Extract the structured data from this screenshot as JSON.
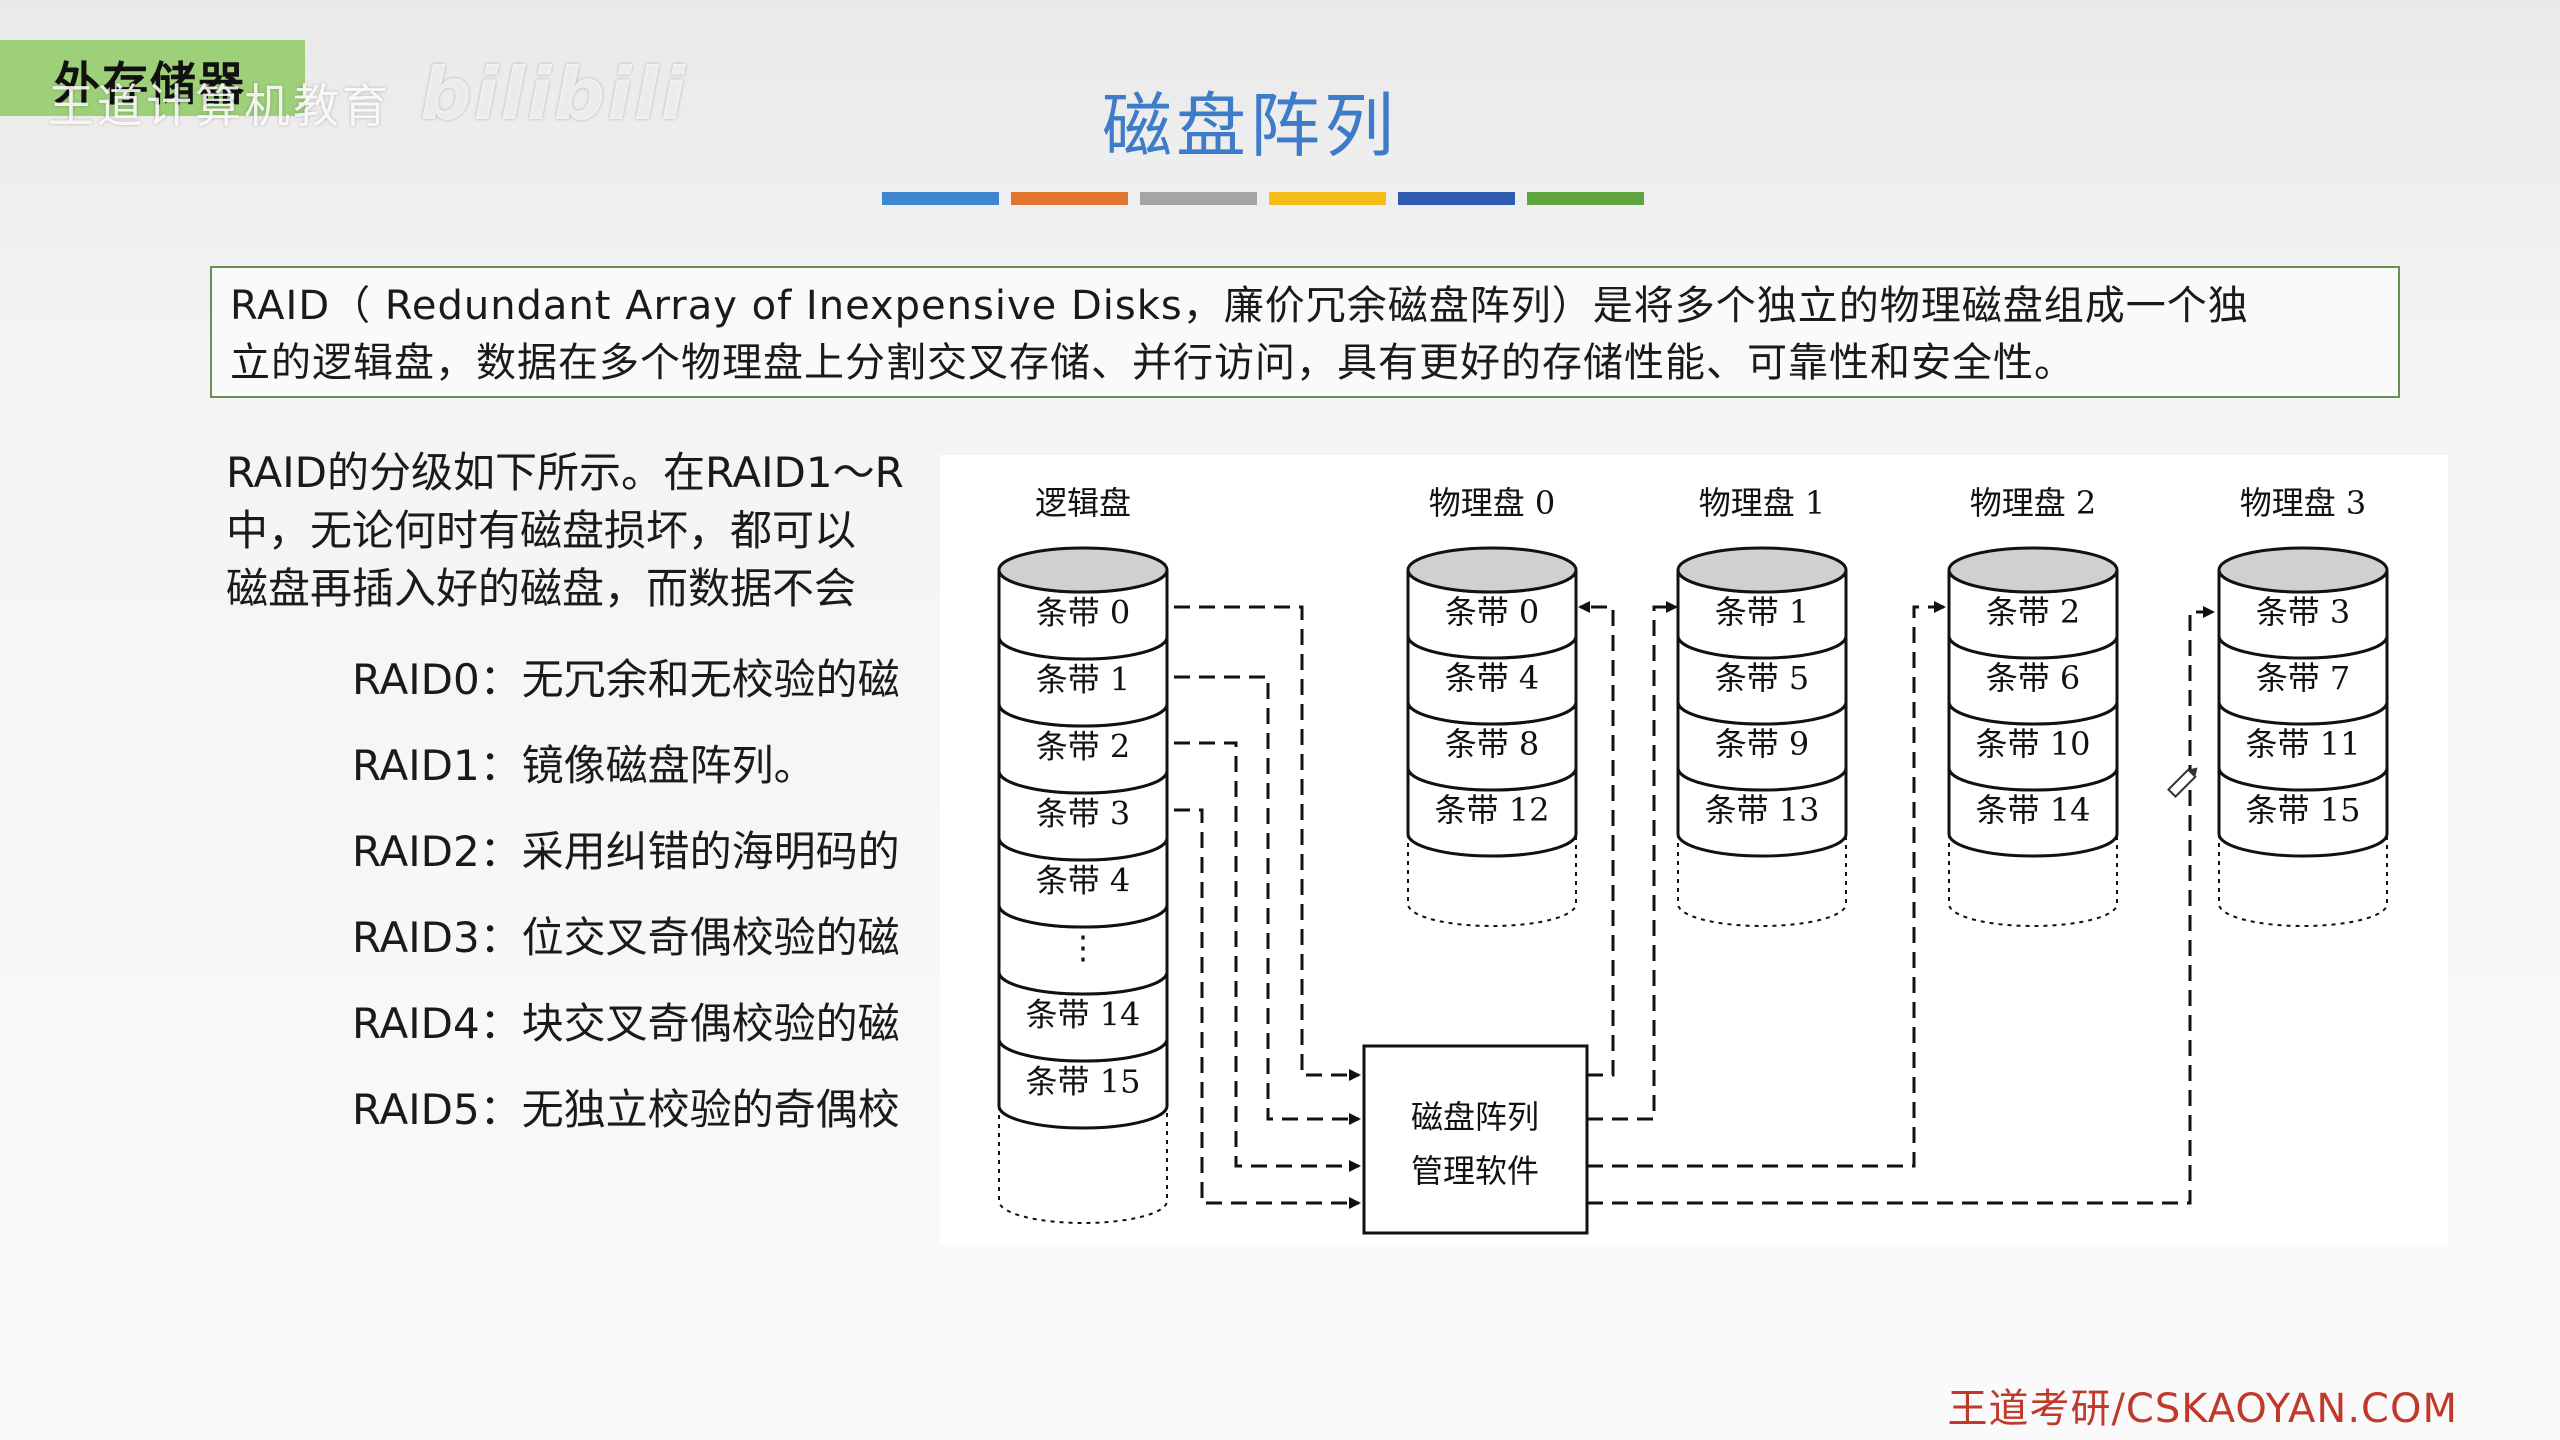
{
  "header": {
    "section_label": "外存储器",
    "watermark": "王道计算机教育",
    "watermark_logo": "bilibili"
  },
  "title": "磁盘阵列",
  "color_bar": [
    "#3e87d0",
    "#e0762f",
    "#a5a5a5",
    "#f3be1b",
    "#2e5ab0",
    "#5ea43f"
  ],
  "definition": [
    "RAID（ Redundant Array of Inexpensive Disks，廉价冗余磁盘阵列）是将多个独立的物理磁盘组成一个独",
    "立的逻辑盘，数据在多个物理盘上分割交叉存储、并行访问，具有更好的存储性能、可靠性和安全性。"
  ],
  "levels_intro": [
    "RAID的分级如下所示。在RAID1～R",
    "中，无论何时有磁盘损坏，都可以",
    "磁盘再插入好的磁盘，而数据不会"
  ],
  "levels": [
    "RAID0：无冗余和无校验的磁",
    "RAID1：镜像磁盘阵列。",
    "RAID2：采用纠错的海明码的",
    "RAID3：位交叉奇偶校验的磁",
    "RAID4：块交叉奇偶校验的磁",
    "RAID5：无独立校验的奇偶校"
  ],
  "diagram": {
    "logical_disk": {
      "title": "逻辑盘",
      "stripes": [
        "条带 0",
        "条带 1",
        "条带 2",
        "条带 3",
        "条带 4",
        "⋮",
        "条带 14",
        "条带 15"
      ]
    },
    "physical_disks": [
      {
        "title": "物理盘 0",
        "stripes": [
          "条带 0",
          "条带 4",
          "条带 8",
          "条带 12"
        ]
      },
      {
        "title": "物理盘 1",
        "stripes": [
          "条带 1",
          "条带 5",
          "条带 9",
          "条带 13"
        ]
      },
      {
        "title": "物理盘 2",
        "stripes": [
          "条带 2",
          "条带 6",
          "条带 10",
          "条带 14"
        ]
      },
      {
        "title": "物理盘 3",
        "stripes": [
          "条带 3",
          "条带 7",
          "条带 11",
          "条带 15"
        ]
      }
    ],
    "manager": [
      "磁盘阵列",
      "管理软件"
    ]
  },
  "footer": {
    "brand": "王道考研/CSKAOYAN.COM"
  }
}
